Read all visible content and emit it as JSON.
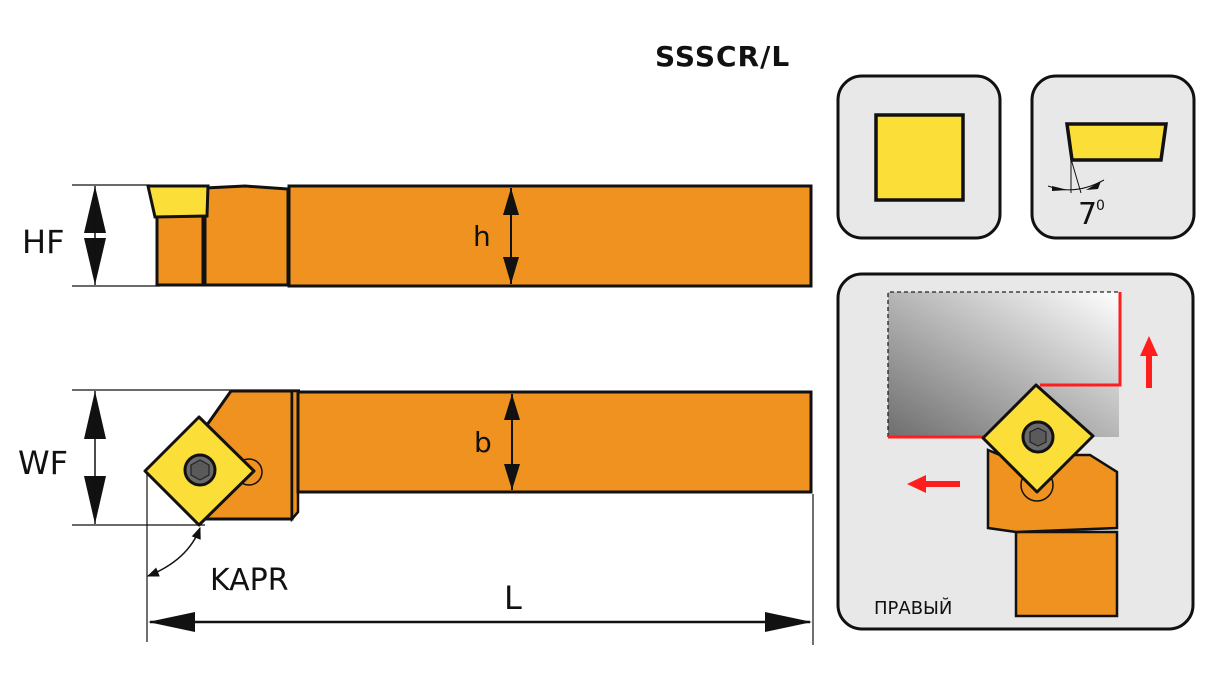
{
  "title": "SSSCR/L",
  "labels": {
    "hf": "HF",
    "wf": "WF",
    "h": "h",
    "b": "b",
    "kapr": "KAPR",
    "l": "L",
    "clearance_angle": "7",
    "degree_mark": "0",
    "hand": "ПРАВЫЙ"
  },
  "colors": {
    "body": "#F0921F",
    "insert": "#FBDE38",
    "outline": "#111111",
    "panel": "#E9E8E9",
    "feed_arrow": "#FF1E1E",
    "screw": "#6a6a6a"
  },
  "panels": [
    {
      "name": "insert-shape-panel",
      "content": "square insert"
    },
    {
      "name": "clearance-angle-panel",
      "content": "7° clearance"
    },
    {
      "name": "application-panel",
      "content": "right-hand feed directions"
    }
  ]
}
